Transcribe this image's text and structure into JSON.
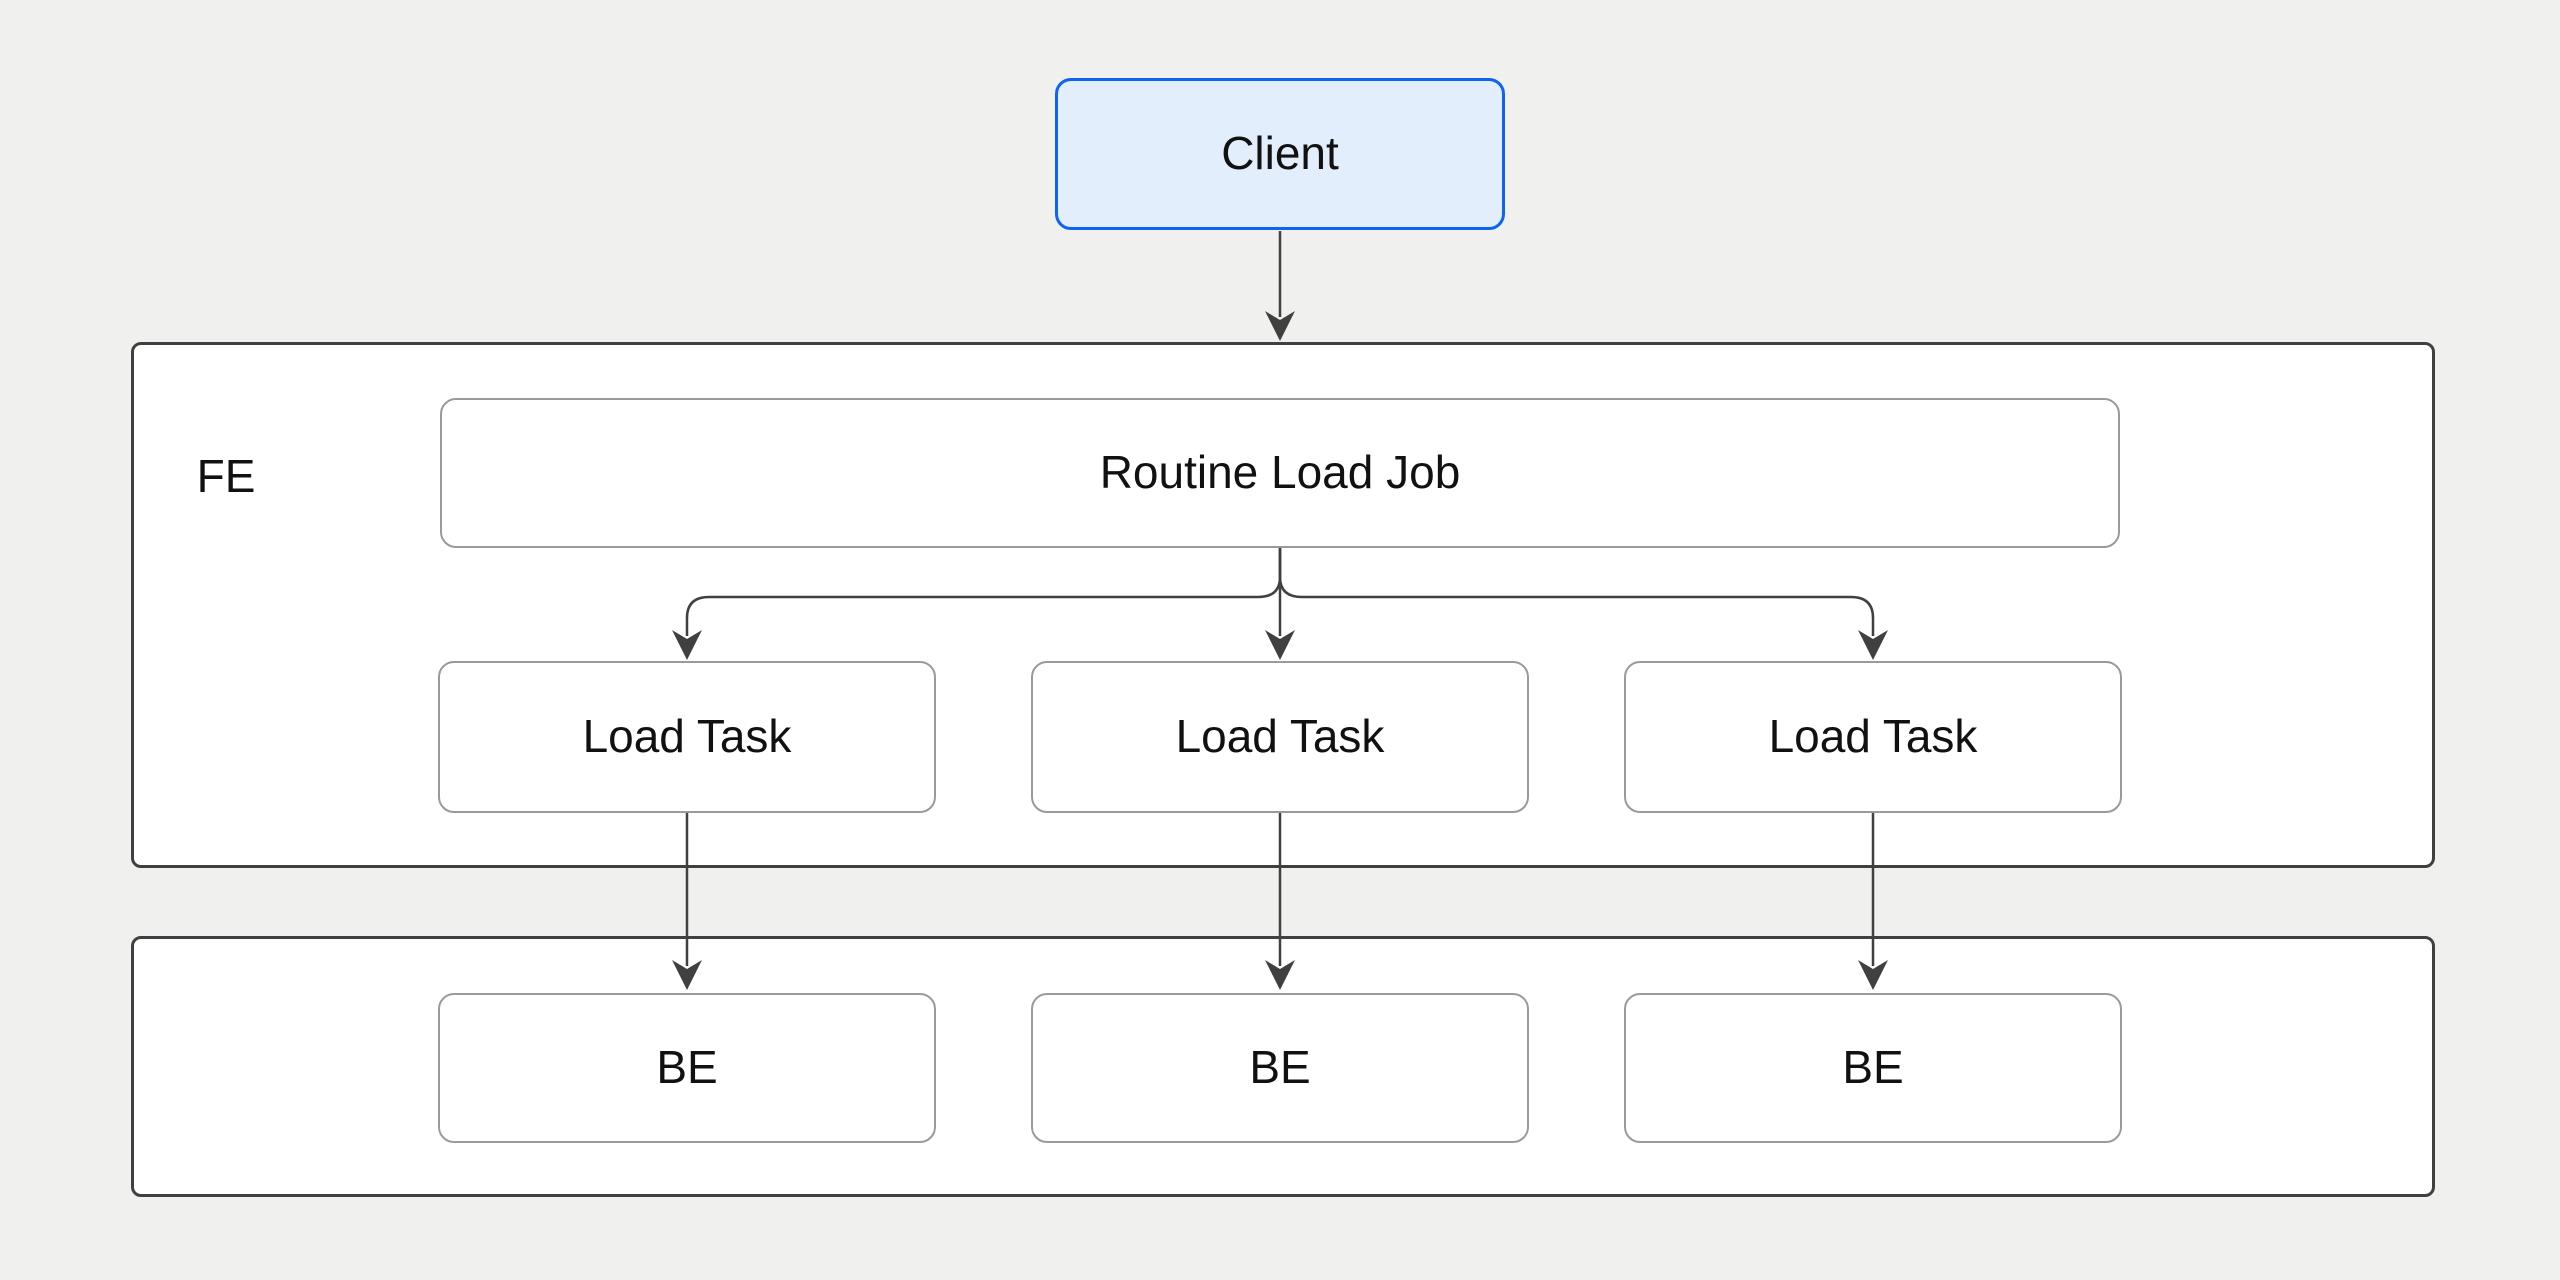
{
  "diagram": {
    "client": {
      "label": "Client"
    },
    "fe_group": {
      "label": "FE"
    },
    "routine_load_job": {
      "label": "Routine Load Job"
    },
    "load_tasks": [
      {
        "label": "Load Task"
      },
      {
        "label": "Load Task"
      },
      {
        "label": "Load Task"
      }
    ],
    "be_nodes": [
      {
        "label": "BE"
      },
      {
        "label": "BE"
      },
      {
        "label": "BE"
      }
    ],
    "edges": [
      {
        "from": "Client",
        "to": "Routine Load Job"
      },
      {
        "from": "Routine Load Job",
        "to": "Load Task 1"
      },
      {
        "from": "Routine Load Job",
        "to": "Load Task 2"
      },
      {
        "from": "Routine Load Job",
        "to": "Load Task 3"
      },
      {
        "from": "Load Task 1",
        "to": "BE 1"
      },
      {
        "from": "Load Task 2",
        "to": "BE 2"
      },
      {
        "from": "Load Task 3",
        "to": "BE 3"
      }
    ],
    "colors": {
      "background": "#f0f0ef",
      "container_border": "#404040",
      "node_border": "#9a9a9a",
      "node_fill": "#ffffff",
      "client_border": "#0d63f2",
      "client_fill": "#e3eefc",
      "edge_color": "#404040",
      "text_color": "#111111"
    }
  }
}
